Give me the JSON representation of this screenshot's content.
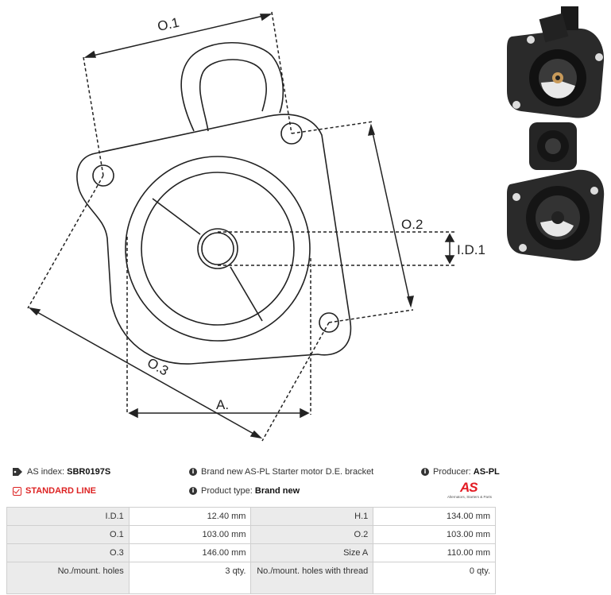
{
  "drawing": {
    "labels": {
      "o1": "O.1",
      "o2": "O.2",
      "o3": "O.3",
      "id1": "I.D.1",
      "a": "A."
    }
  },
  "info": {
    "as_index_label": "AS index:",
    "as_index_value": "SBR0197S",
    "description": "Brand new AS-PL Starter motor D.E. bracket",
    "producer_label": "Producer:",
    "producer_value": "AS-PL",
    "standard_line": "STANDARD LINE",
    "product_type_label": "Product type:",
    "product_type_value": "Brand new"
  },
  "logo": {
    "mark": "AS",
    "tagline": "Alternators, Starters & Parts"
  },
  "icons": {
    "tag": "tag-icon",
    "info": "info-icon",
    "check": "checkbox-icon"
  },
  "specs": [
    {
      "l1": "I.D.1",
      "v1": "12.40 mm",
      "l2": "H.1",
      "v2": "134.00 mm"
    },
    {
      "l1": "O.1",
      "v1": "103.00 mm",
      "l2": "O.2",
      "v2": "103.00 mm"
    },
    {
      "l1": "O.3",
      "v1": "146.00 mm",
      "l2": "Size A",
      "v2": "110.00 mm"
    },
    {
      "l1": "No./mount. holes",
      "v1": "3 qty.",
      "l2": "No./mount. holes with thread",
      "v2": "0 qty."
    }
  ],
  "colors": {
    "accent_red": "#d22222",
    "logo_red": "#e31b23"
  }
}
